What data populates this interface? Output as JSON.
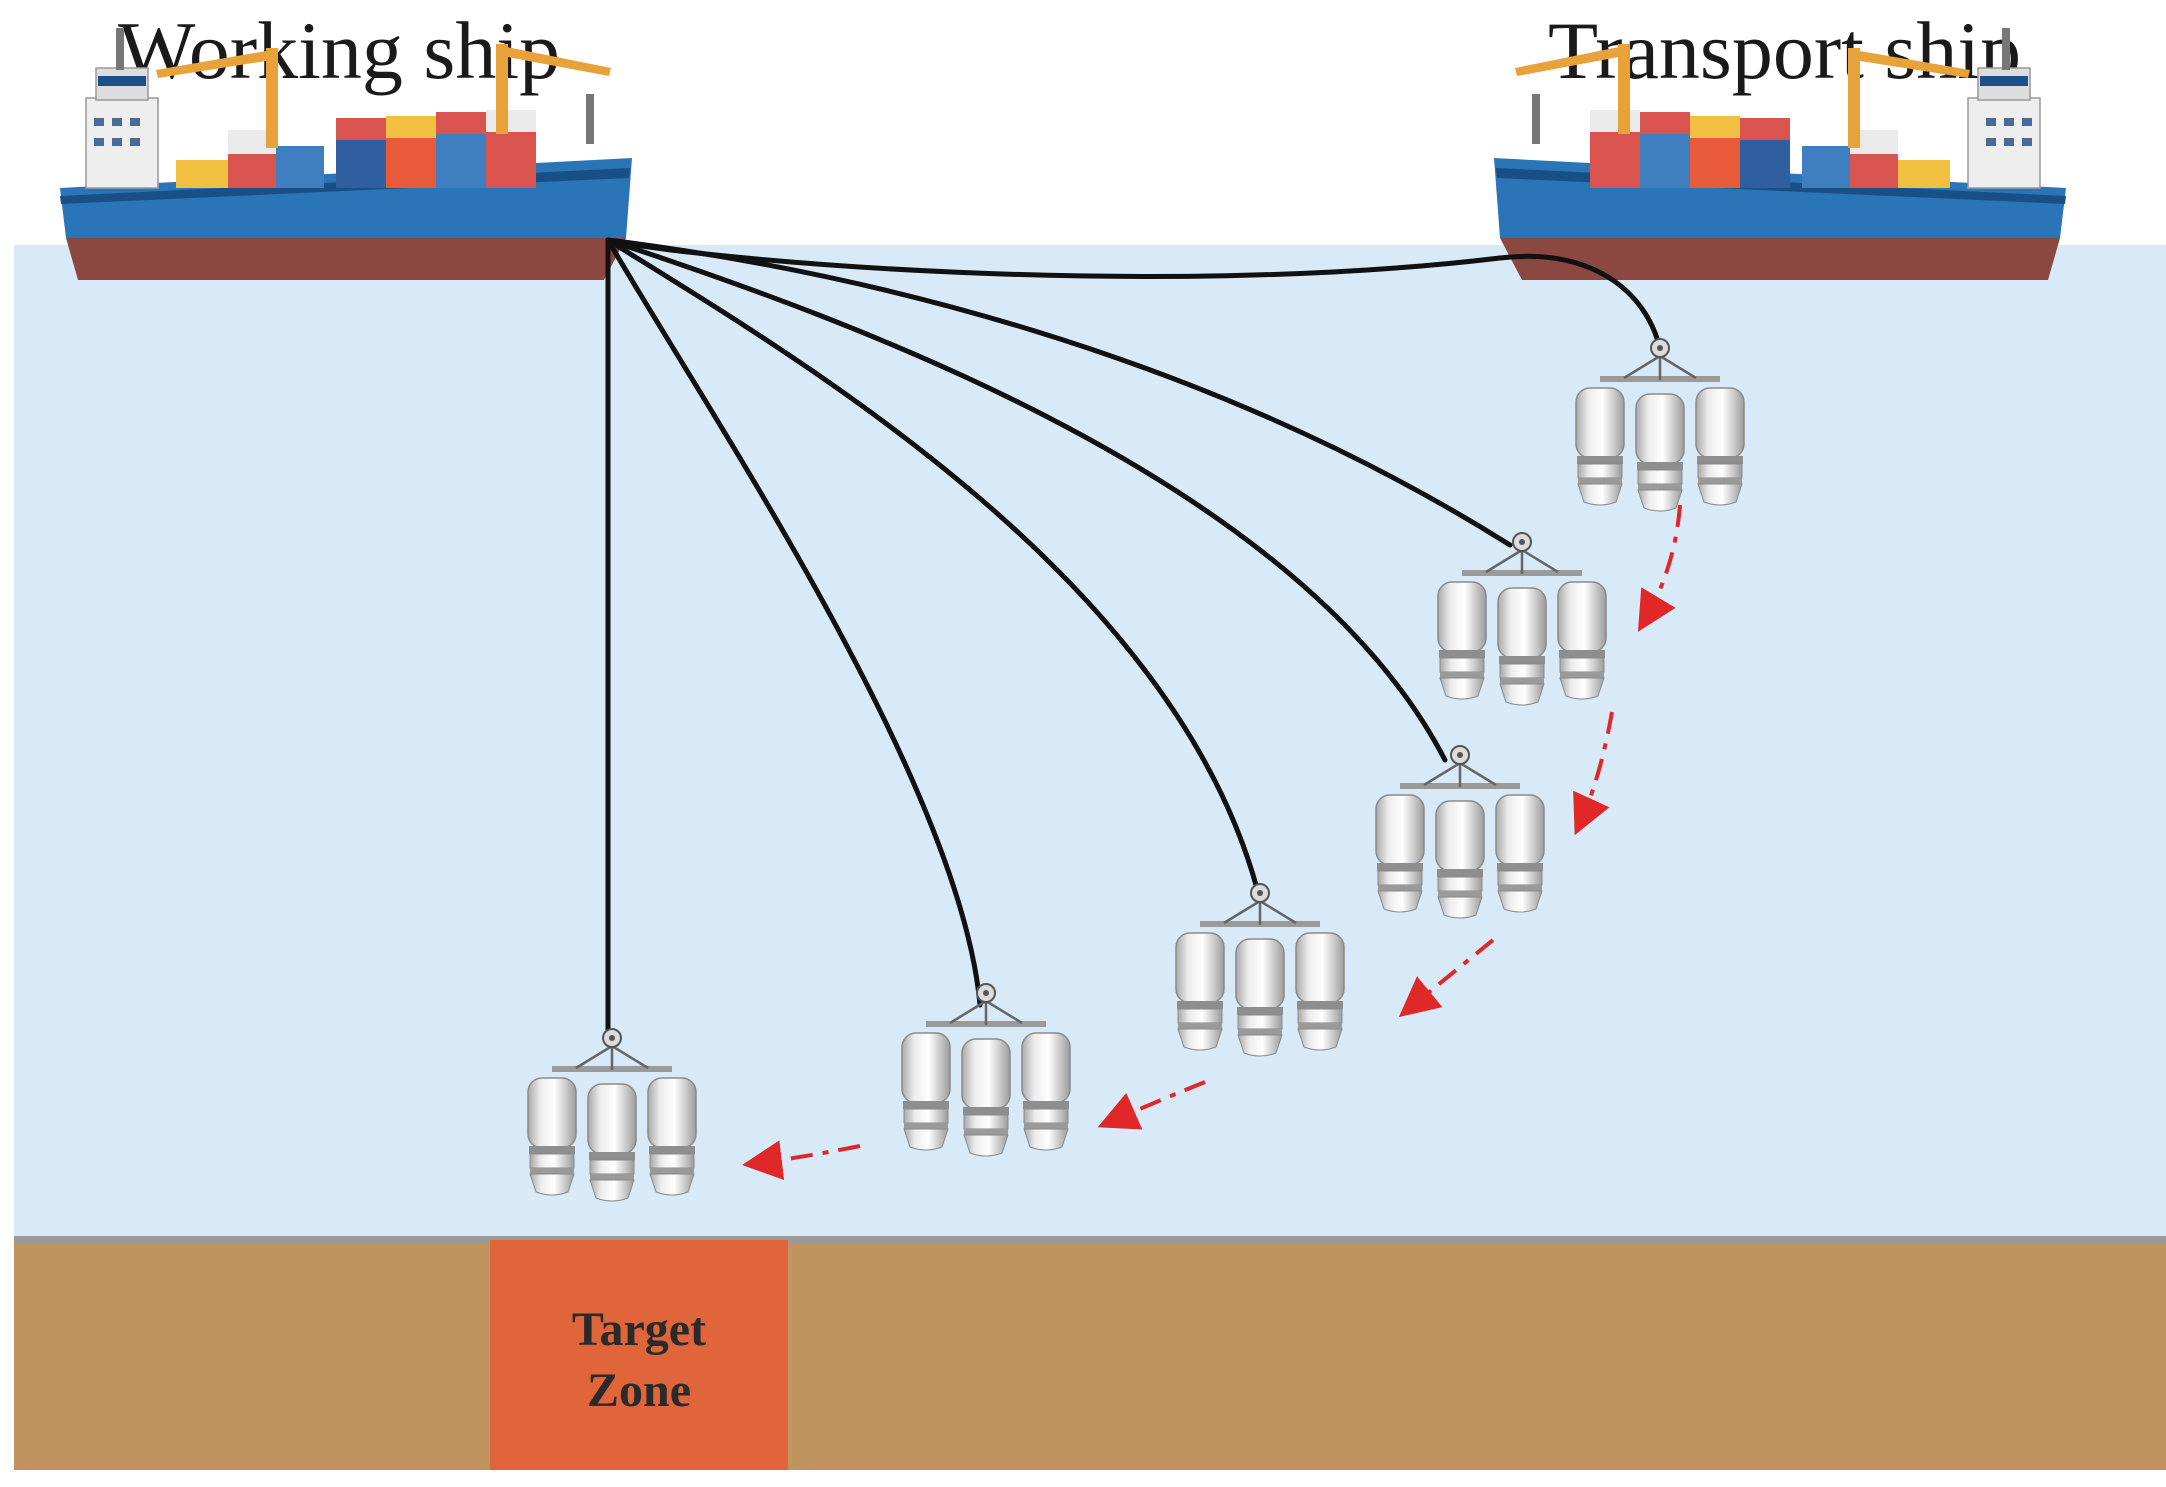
{
  "labels": {
    "working_ship": "Working ship",
    "transport_ship": "Transport ship",
    "target_zone_line1": "Target",
    "target_zone_line2": "Zone"
  },
  "colors": {
    "water": "#d8e9f8",
    "seabed": "#c0945f",
    "target_zone": "#e0653a",
    "hull": "#2a74b8",
    "hull_bottom": "#8a4840",
    "cable": "#111111",
    "arrow": "#e02828",
    "crane": "#e8a23a"
  },
  "icons": {
    "ship": "cargo-ship-icon",
    "module": "three-tank-module-icon",
    "arrow": "dashed-red-arrow"
  }
}
